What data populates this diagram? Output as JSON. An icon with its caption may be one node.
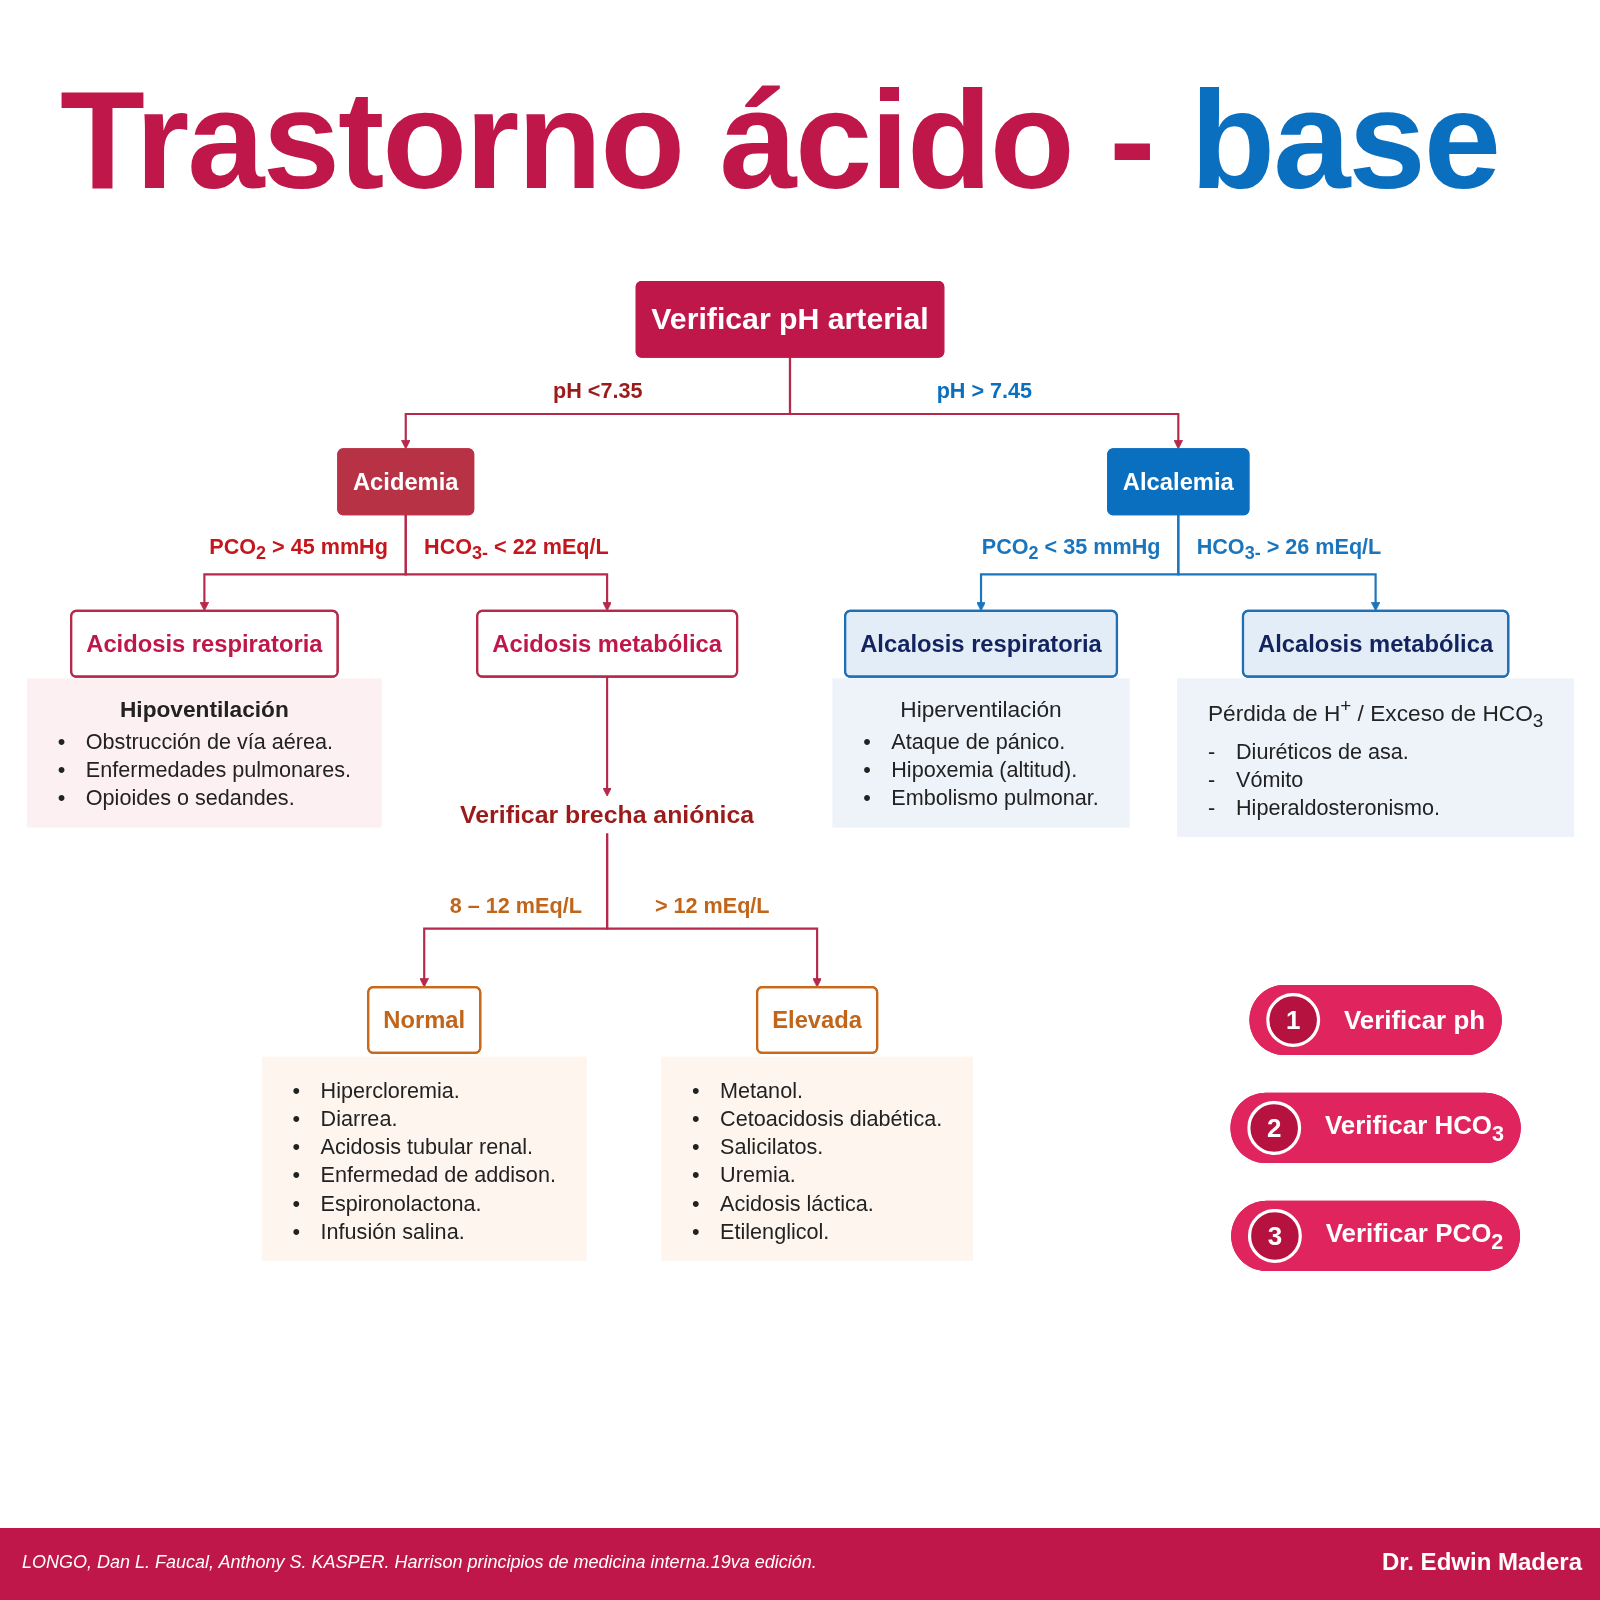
{
  "diagram": {
    "title": "Trastorno ácido - base",
    "caption": "LONGO, Dan L. Faucal, Anthony S. KASPER. Harrison principios de medicina interna.19va edición.",
    "nodes": [
      {
        "text": [
          "Verificar pH arterial"
        ]
      },
      {
        "text": [
          "Acidemia"
        ]
      },
      {
        "text": [
          "Alcalemia"
        ]
      },
      {
        "text": [
          "Acidosis respiratoria"
        ]
      },
      {
        "text": [
          "Acidosis metabólica"
        ]
      },
      {
        "text": [
          "Alcalosis respiratoria"
        ]
      },
      {
        "text": [
          "Alcalosis metabólica"
        ]
      },
      {
        "text": [
          "Hipoventilación",
          "• Obstrucción de vía aérea.",
          "• Enfermedades pulmonares.",
          "• Opioides o sedandes."
        ]
      },
      {
        "text": [
          "Hiperventilación",
          "• Ataque de pánico.",
          "• Hipoxemia (altitud).",
          "• Embolismo pulmonar."
        ]
      },
      {
        "text": [
          "Pérdida de H$^{+}$ / Exceso de HCO$_{3}$",
          "- Diuréticos de asa.",
          "- Vómito",
          "- Hiperaldosteronismo."
        ]
      },
      {
        "text": [
          "Verificar brecha aniónica"
        ]
      },
      {
        "text": [
          "Normal"
        ]
      },
      {
        "text": [
          "Elevada"
        ]
      },
      {
        "text": [
          "• Hipercloremia.",
          "• Diarrea.",
          "• Acidosis tubular renal.",
          "• Enfermedad de addison.",
          "• Espironolactona.",
          "• Infusión salina."
        ]
      },
      {
        "text": [
          "• Metanol.",
          "• Cetoacidosis diabética.",
          "• Salicilatos.",
          "• Uremia.",
          "• Acidosis láctica.",
          "• Etilenglicol."
        ]
      },
      {
        "text": [
          "1",
          "Verificar ph"
        ]
      },
      {
        "text": [
          "2",
          "Verificar HCO$_{3}$"
        ]
      },
      {
        "text": [
          "3",
          "Verificar PCO$_{2}$"
        ]
      }
    ],
    "edges": [
      {
        "from": 0,
        "to": 1,
        "arrow": "to",
        "label": "pH <7.35"
      },
      {
        "from": 0,
        "to": 2,
        "arrow": "to",
        "label": "pH > 7.45"
      },
      {
        "from": 1,
        "to": 3,
        "arrow": "to",
        "label": "PCO$_{2}$ > 45 mmHg"
      },
      {
        "from": 1,
        "to": 4,
        "arrow": "to",
        "label": "HCO$_{3-}$ < 22 mEq/L"
      },
      {
        "from": 2,
        "to": 5,
        "arrow": "to",
        "label": "PCO$_{2}$ < 35 mmHg",
        "color": "#1b75bc"
      },
      {
        "from": 2,
        "to": 6,
        "arrow": "to",
        "label": "HCO$_{3-}$ > 26 mEq/L",
        "color": "#1b75bc"
      },
      {
        "from": 4,
        "to": 10,
        "arrow": "to"
      },
      {
        "from": 10,
        "to": 11,
        "arrow": "to",
        "label": "8 – 12 mEq/L"
      },
      {
        "from": 10,
        "to": 12,
        "arrow": "to",
        "label": "> 12 mEq/L"
      }
    ],
    "labels": [
      "Dr. Edwin Madera"
    ]
  }
}
